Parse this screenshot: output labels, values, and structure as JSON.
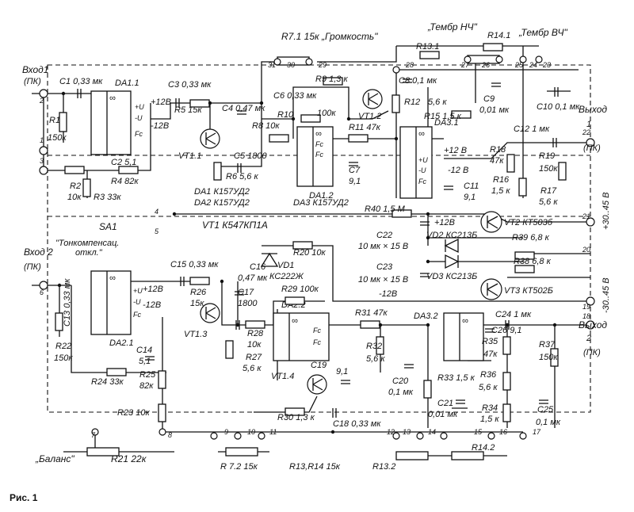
{
  "figure": {
    "caption": "Рис. 1"
  },
  "controls": {
    "volume": "R7.1 15к „Громкость\"",
    "bass": "„Тембр НЧ\"",
    "treble": "„Тембр ВЧ\"",
    "balance": "„Баланс\"",
    "loudness_switch": "SA1",
    "loudness_note_1": "\"Тонкомпенсац.",
    "loudness_note_2": "откл.\"",
    "r72": "R 7.2 15к",
    "r1314": "R13,R14 15к",
    "r21": "R21 22к",
    "r132": "R13.2",
    "r142": "R14.2"
  },
  "inputs": {
    "in1_1": "Вход1",
    "in1_2": "(ПК)",
    "in2_1": "Вход 2",
    "in2_2": "(ПК)"
  },
  "outputs": {
    "out1_1": "Выход",
    "out1_2": "1",
    "out1_3": "(ПК)",
    "out2_1": "Выход",
    "out2_2": "2",
    "out2_3": "(ПК)"
  },
  "supply": {
    "plus": "+30..45 В",
    "minus": "-30..45 В"
  },
  "ics": {
    "da11": "DA1.1",
    "da12": "DA1.2",
    "da21": "DA2.1",
    "da22": "DA2.2",
    "da31": "DA3.1",
    "da32": "DA3.2",
    "legend1": "DA1   К157УД2",
    "legend2": "DA2   К157УД2",
    "legend3": "DA3  К157УД2",
    "vt_legend": "VT1  К547КП1А"
  },
  "transistors": {
    "vt11": "VT1.1",
    "vt12": "VT1.2",
    "vt13": "VT1.3",
    "vt14": "VT1.4",
    "vt2": "VT2  КТ503б",
    "vt3": "VT3  КТ502Б"
  },
  "ch1_parts": {
    "c1": "C1 0,33 мк",
    "r1a": "R1",
    "r1b": "150к",
    "r2a": "R2",
    "r2b": "10к",
    "r3": "R3  33к",
    "r4": "R4  82к",
    "c2": "C2  5,1",
    "c3": "C3   0,33 мк",
    "r5": "R5  15к",
    "c4": "C4  0,47 мк",
    "r6": "R6  5,6 к",
    "c5": "C5  1800",
    "r8": "R8  10к",
    "r9": "R9  1,3 к",
    "c6": "C6  0,33 мк",
    "r10": "R10",
    "r10v": "100к",
    "r11": "R11  47к",
    "c7a": "C7",
    "c7b": "9,1",
    "c8": "C8  0,1 мк",
    "r12": "R12",
    "r12v": "5,6 к",
    "r131": "R13.1",
    "r141": "R14.1",
    "c9a": "C9",
    "c9b": "0,01 мк",
    "r15": "R15  1,5 к",
    "c10": "C10  0,1 мк",
    "c12": "C12  1 мк",
    "r18a": "R18",
    "r18b": "47к",
    "r19a": "R19",
    "r19b": "150к",
    "r16a": "R16",
    "r16b": "1,5 к",
    "r17a": "R17",
    "r17b": "5,6 к",
    "c11a": "C11",
    "c11b": "9,1"
  },
  "power_parts": {
    "r40": "R40  1,5 М",
    "c22": "C22",
    "c22v": "10 мк × 15 В",
    "vd2": "VD2  КС213Б",
    "r39": "R39  6,8 к",
    "c23": "C23",
    "c23v": "10 мк × 15 В",
    "vd3": "VD3  КС213Б",
    "r38": "R38  6,8 к",
    "plus12": "+12В",
    "minus12": "-12В"
  },
  "ch2_parts": {
    "r22a": "R22",
    "r22b": "150к",
    "c13": "C13  0,33 мк",
    "c15": "C15  0,33 мк",
    "r26a": "R26",
    "r26b": "15к",
    "c16": "C16",
    "c16v": "0,47 мк",
    "r20": "R20  10к",
    "vd1": "VD1",
    "vd1v": "КС222Ж",
    "c17": "C17",
    "c17v": "1800",
    "r29": "R29  100к",
    "r28a": "R28",
    "r28b": "10к",
    "r27a": "R27",
    "r27b": "5,6 к",
    "c14a": "C14",
    "c14b": "5,1",
    "r24": "R24  33к",
    "r25a": "R25",
    "r25b": "82к",
    "r23": "R23  10к",
    "r31": "R31  47к",
    "r32a": "R32",
    "r32b": "5,6 к",
    "c19": "C19",
    "c19v": "9,1",
    "r30": "R30  1,3 к",
    "c18": "C18  0,33 мк",
    "c20a": "C20",
    "c20b": "0,1 мк",
    "r33": "R33  1,5 к",
    "c21a": "C21",
    "c21b": "0,01 мк",
    "c24": "C24  1 мк",
    "c26": "C26  9,1",
    "r35a": "R35",
    "r35b": "47к",
    "r37a": "R37",
    "r37b": "150к",
    "r36a": "R36",
    "r36b": "5,6 к",
    "r34a": "R34",
    "r34b": "1,5 к",
    "c25a": "C25",
    "c25b": "0,1 мк"
  },
  "pins": {
    "p1": "1",
    "p2": "2",
    "p3": "3",
    "p4": "4",
    "p5": "5",
    "p6": "6",
    "p7": "7",
    "p8": "8",
    "p9": "9",
    "p10": "10",
    "p11": "11",
    "p12": "12",
    "p13": "13",
    "p14": "14",
    "p15": "15",
    "p16": "16",
    "p17": "17",
    "p18": "18",
    "p19": "19",
    "p20": "20",
    "p21": "21",
    "p22": "22",
    "p23": "23",
    "p24": "24",
    "p25": "25",
    "p26": "26",
    "p27": "27",
    "p28": "28",
    "p29": "29",
    "p30": "30",
    "p31": "31"
  },
  "ic_pins": {
    "u_plus": "+U",
    "u_minus": "-U",
    "fc": "Fc",
    "inf": "∞",
    "plus12": "+12В",
    "minus12": "-12В",
    "plus12b": "+12 В",
    "minus12b": "-12 В"
  }
}
